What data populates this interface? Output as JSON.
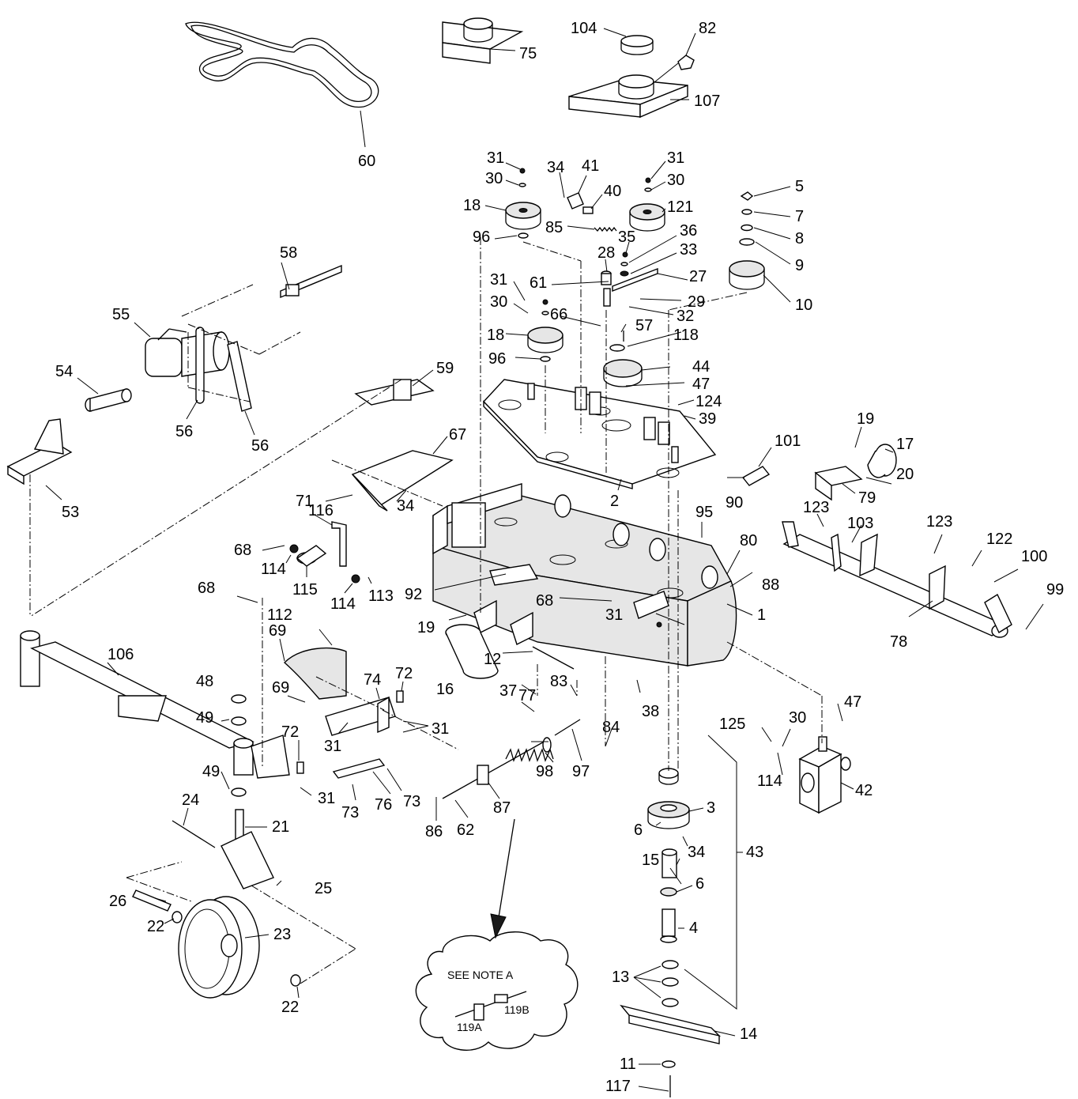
{
  "callouts": [
    "60",
    "75",
    "104",
    "82",
    "107",
    "31",
    "30",
    "18",
    "96",
    "34",
    "41",
    "40",
    "85",
    "31",
    "30",
    "121",
    "5",
    "7",
    "8",
    "9",
    "10",
    "35",
    "36",
    "33",
    "28",
    "27",
    "29",
    "32",
    "31",
    "30",
    "61",
    "66",
    "18",
    "96",
    "57",
    "118",
    "44",
    "47",
    "124",
    "39",
    "58",
    "55",
    "54",
    "56",
    "56",
    "59",
    "53",
    "67",
    "71",
    "34",
    "2",
    "101",
    "90",
    "19",
    "17",
    "20",
    "79",
    "116",
    "68",
    "114",
    "115",
    "114",
    "113",
    "92",
    "95",
    "80",
    "88",
    "68",
    "31",
    "1",
    "19",
    "16",
    "12",
    "37",
    "83",
    "38",
    "84",
    "123",
    "103",
    "123",
    "122",
    "100",
    "99",
    "78",
    "68",
    "112",
    "69",
    "106",
    "48",
    "49",
    "69",
    "74",
    "72",
    "31",
    "31",
    "72",
    "31",
    "77",
    "98",
    "97",
    "47",
    "125",
    "30",
    "114",
    "42",
    "43",
    "49",
    "24",
    "21",
    "73",
    "76",
    "73",
    "86",
    "62",
    "87",
    "6",
    "3",
    "34",
    "15",
    "6",
    "4",
    "25",
    "26",
    "22",
    "23",
    "22",
    "13",
    "14",
    "11",
    "117"
  ],
  "note": {
    "label": "SEE NOTE A",
    "parts": [
      "119B",
      "119A"
    ]
  }
}
